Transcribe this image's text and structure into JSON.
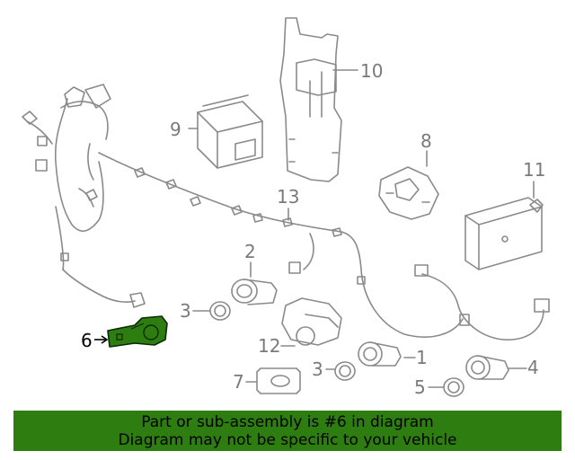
{
  "callouts": {
    "c1": "1",
    "c2": "2",
    "c3a": "3",
    "c3b": "3",
    "c4": "4",
    "c5": "5",
    "c6": "6",
    "c7": "7",
    "c8": "8",
    "c9": "9",
    "c10": "10",
    "c11": "11",
    "c12": "12",
    "c13": "13"
  },
  "highlight": {
    "part": "6",
    "color": "#2e7d11"
  },
  "banner": {
    "line1": "Part or sub-assembly is #6 in diagram",
    "line2": "Diagram may not be specific to your vehicle",
    "background": "#2e7d11"
  },
  "colors": {
    "line": "#8a8a8a",
    "label": "#7a7a7a"
  }
}
